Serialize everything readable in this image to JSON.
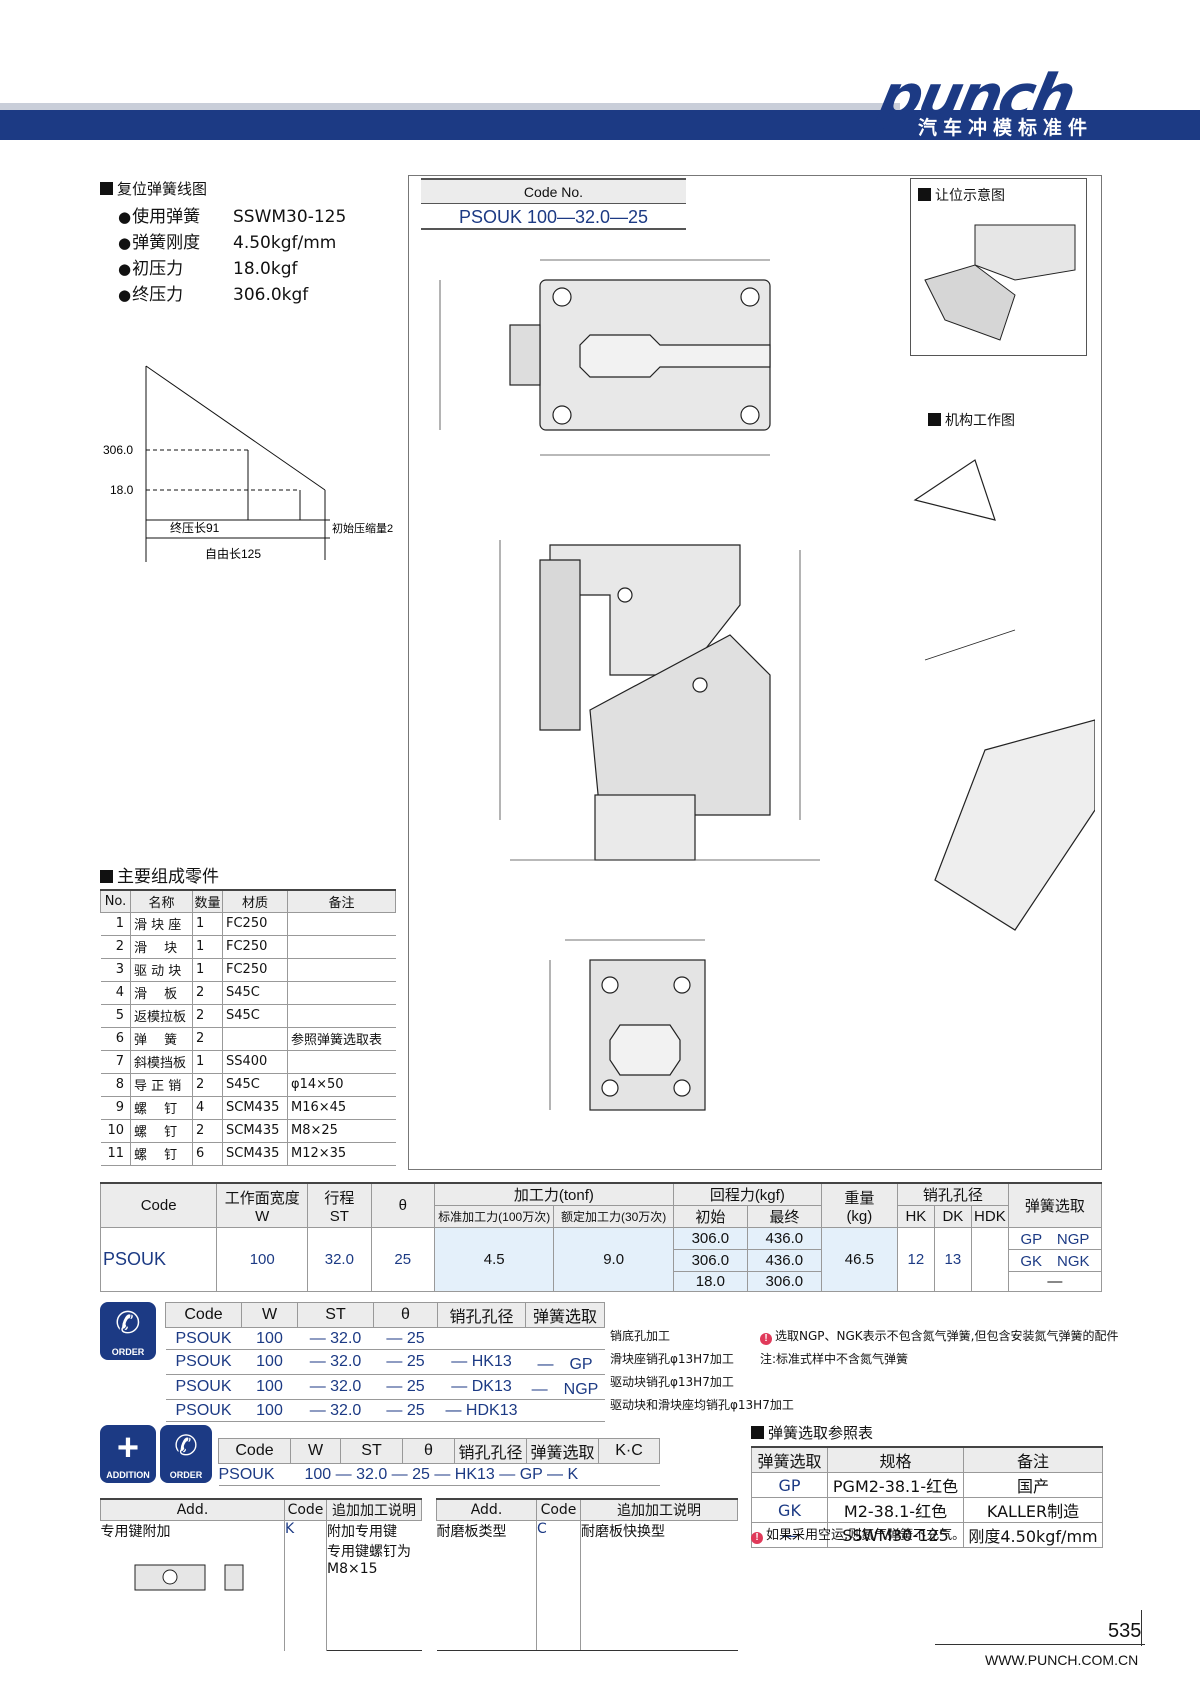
{
  "header": {
    "brand": "punch",
    "subtitle": "汽车冲模标准件"
  },
  "spring_section": {
    "title": "复位弹簧线图",
    "specs": [
      {
        "label": "使用弹簧",
        "value": "SSWM30-125"
      },
      {
        "label": "弹簧刚度",
        "value": "4.50kgf/mm"
      },
      {
        "label": "初压力",
        "value": "18.0kgf"
      },
      {
        "label": "终压力",
        "value": "306.0kgf"
      }
    ],
    "graph": {
      "y_hi": "306.0",
      "y_lo": "18.0",
      "final_len": "终压长91",
      "preload": "初始压缩量2",
      "free_len": "自由长125"
    }
  },
  "code_box": {
    "header": "Code No.",
    "value": "PSOUK 100—32.0—25"
  },
  "aux": {
    "clearance_title": "让位示意图",
    "mechanism_title": "机构工作图"
  },
  "parts": {
    "title": "主要组成零件",
    "headers": [
      "No.",
      "名称",
      "数量",
      "材质",
      "备注"
    ],
    "rows": [
      [
        "1",
        "滑 块 座",
        "1",
        "FC250",
        ""
      ],
      [
        "2",
        "滑　 块",
        "1",
        "FC250",
        ""
      ],
      [
        "3",
        "驱 动 块",
        "1",
        "FC250",
        ""
      ],
      [
        "4",
        "滑　 板",
        "2",
        "S45C",
        ""
      ],
      [
        "5",
        "返模拉板",
        "2",
        "S45C",
        ""
      ],
      [
        "6",
        "弹　 簧",
        "2",
        "",
        "参照弹簧选取表"
      ],
      [
        "7",
        "斜模挡板",
        "1",
        "SS400",
        ""
      ],
      [
        "8",
        "导 正 销",
        "2",
        "S45C",
        "φ14×50"
      ],
      [
        "9",
        "螺　 钉",
        "4",
        "SCM435",
        "M16×45"
      ],
      [
        "10",
        "螺　 钉",
        "2",
        "SCM435",
        "M8×25"
      ],
      [
        "11",
        "螺　 钉",
        "6",
        "SCM435",
        "M12×35"
      ]
    ]
  },
  "main_table": {
    "h_code": "Code",
    "h_w": "工作面宽度",
    "h_w2": "W",
    "h_st": "行程",
    "h_st2": "ST",
    "h_theta": "θ",
    "h_force": "加工力(tonf)",
    "h_force1": "标准加工力(100万次)",
    "h_force2": "额定加工力(30万次)",
    "h_ret": "回程力(kgf)",
    "h_ret1": "初始",
    "h_ret2": "最终",
    "h_weight": "重量",
    "h_weight2": "(kg)",
    "h_pin": "销孔孔径",
    "h_hk": "HK",
    "h_dk": "DK",
    "h_hdk": "HDK",
    "h_spring": "弹簧选取",
    "code": "PSOUK",
    "w": "100",
    "st": "32.0",
    "theta": "25",
    "f1": "4.5",
    "f2": "9.0",
    "ret_rows": [
      [
        "306.0",
        "436.0"
      ],
      [
        "306.0",
        "436.0"
      ],
      [
        "18.0",
        "306.0"
      ]
    ],
    "weight": "46.5",
    "hk": "12",
    "dk": "13",
    "spring_rows": [
      "GP　NGP",
      "GK　NGK",
      "—"
    ]
  },
  "order": {
    "icon": "ORDER",
    "headers": [
      "Code",
      "W",
      "ST",
      "θ",
      "销孔孔径",
      "弹簧选取"
    ],
    "rows": [
      [
        "PSOUK",
        "100",
        "—",
        "32.0",
        "—",
        "25",
        "",
        ""
      ],
      [
        "PSOUK",
        "100",
        "—",
        "32.0",
        "—",
        "25",
        "— HK13",
        "—　GP"
      ],
      [
        "PSOUK",
        "100",
        "—",
        "32.0",
        "—",
        "25",
        "— DK13",
        "—　NGP"
      ],
      [
        "PSOUK",
        "100",
        "—",
        "32.0",
        "—",
        "25",
        "— HDK13",
        ""
      ]
    ],
    "notes": [
      "销底孔加工",
      "滑块座销孔φ13H7加工",
      "驱动块销孔φ13H7加工",
      "驱动块和滑块座均销孔φ13H7加工"
    ],
    "warn1": "选取NGP、NGK表示不包含氮气弹簧,但包含安装氮气弹簧的配件",
    "warn2": "注:标准式样中不含氮气弹簧"
  },
  "addition": {
    "icon": "ADDITION",
    "order_icon": "ORDER",
    "headers": [
      "Code",
      "W",
      "ST",
      "θ",
      "销孔孔径",
      "弹簧选取",
      "K·C"
    ],
    "row": [
      "PSOUK",
      "100 — 32.0 — 25 — HK13 — GP — K"
    ]
  },
  "spring_ref": {
    "title": "弹簧选取参照表",
    "headers": [
      "弹簧选取",
      "规格",
      "备注"
    ],
    "rows": [
      [
        "GP",
        "PGM2-38.1-红色",
        "国产"
      ],
      [
        "GK",
        "M2-38.1-红色",
        "KALLER制造"
      ],
      [
        "—",
        "SSWM30-125",
        "刚度4.50kgf/mm"
      ]
    ],
    "note": "如果采用空运,则氮气弹簧不充气。"
  },
  "add_table": {
    "h_add": "Add.",
    "h_code": "Code",
    "h_desc": "追加加工说明",
    "left": {
      "add": "专用键附加",
      "code": "K",
      "desc": "附加专用键\n专用键螺钉为\nM8×15"
    },
    "right": {
      "add": "耐磨板类型",
      "code": "C",
      "desc": "耐磨板快换型"
    }
  },
  "footer": {
    "page": "535",
    "url": "WWW.PUNCH.COM.CN"
  },
  "colors": {
    "brand": "#1c3a84",
    "highlight": "#e4f0fa",
    "warn": "#e03a5a"
  }
}
